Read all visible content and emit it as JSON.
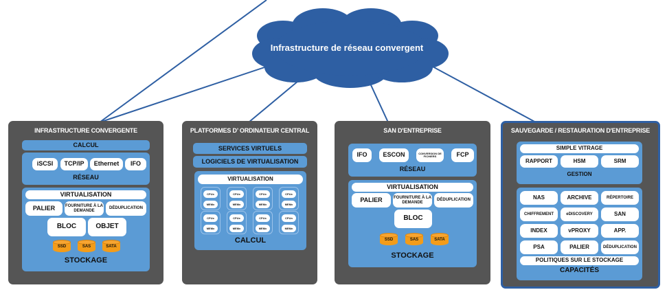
{
  "cloud": {
    "label": "Infrastructure de réseau convergent",
    "color": "#2e5fa3"
  },
  "columns": [
    {
      "title": "INFRASTRUCTURE CONVERGENTE",
      "top_bar": "CALCUL",
      "network": {
        "items": [
          "iSCSI",
          "TCP/IP",
          "Ethernet",
          "IFO"
        ],
        "label": "RÉSEAU"
      },
      "storage": {
        "virtualisation": "VIRTUALISATION",
        "row": [
          "PALIER",
          "FOURNITURE À LA DEMANDE",
          "DÉDUPLICATION"
        ],
        "blocks": [
          "BLOC",
          "OBJET"
        ],
        "disks": [
          "SSD",
          "SAS",
          "SATA"
        ],
        "label": "STOCKAGE"
      }
    },
    {
      "title": "PLATFORMES D’ ORDINATEUR CENTRAL",
      "bars": [
        "SERVICES VIRTUELS",
        "LOGICIELS DE VIRTUALISATION"
      ],
      "compute": {
        "virtualisation": "VIRTUALISATION",
        "units": [
          {
            "cpu": "CPUx",
            "mem": "MEMx"
          },
          {
            "cpu": "CPUx",
            "mem": "MEMx"
          },
          {
            "cpu": "CPUx",
            "mem": "MEMx"
          },
          {
            "cpu": "CPUx",
            "mem": "MEMx"
          },
          {
            "cpu": "CPUx",
            "mem": "MEMx"
          },
          {
            "cpu": "CPUx",
            "mem": "MEMx"
          },
          {
            "cpu": "CPUx",
            "mem": "MEMx"
          },
          {
            "cpu": "CPUn",
            "mem": "MEMn"
          }
        ],
        "label": "CALCUL"
      }
    },
    {
      "title": "SAN D'ENTREPRISE",
      "network": {
        "items": [
          "IFO",
          "ESCON",
          "CONVERSION DE FICHIERS",
          "FCP"
        ],
        "label": "RÉSEAU"
      },
      "storage": {
        "virtualisation": "VIRTUALISATION",
        "row": [
          "PALIER",
          "FOURNITURE À LA DEMANDE",
          "DÉDUPLICATION"
        ],
        "blocks": [
          "BLOC"
        ],
        "disks": [
          "SSD",
          "SAS",
          "SATA"
        ],
        "label": "STOCKAGE"
      }
    },
    {
      "title": "SAUVEGARDE / RESTAURATION D'ENTREPRISE",
      "management": {
        "top": "SIMPLE VITRAGE",
        "items": [
          "RAPPORT",
          "HSM",
          "SRM"
        ],
        "label": "GESTION"
      },
      "capabilities": {
        "grid": [
          "NAS",
          "ARCHIVE",
          "RÉPERTOIRE",
          "CHIFFREMENT",
          "eDISCOVERY",
          "SAN",
          "INDEX",
          "vPROXY",
          "APP.",
          "PSA",
          "PALIER",
          "DÉDUPLICATION"
        ],
        "bottom": "POLITIQUES SUR LE STOCKAGE",
        "label": "CAPACITÉS"
      }
    }
  ]
}
